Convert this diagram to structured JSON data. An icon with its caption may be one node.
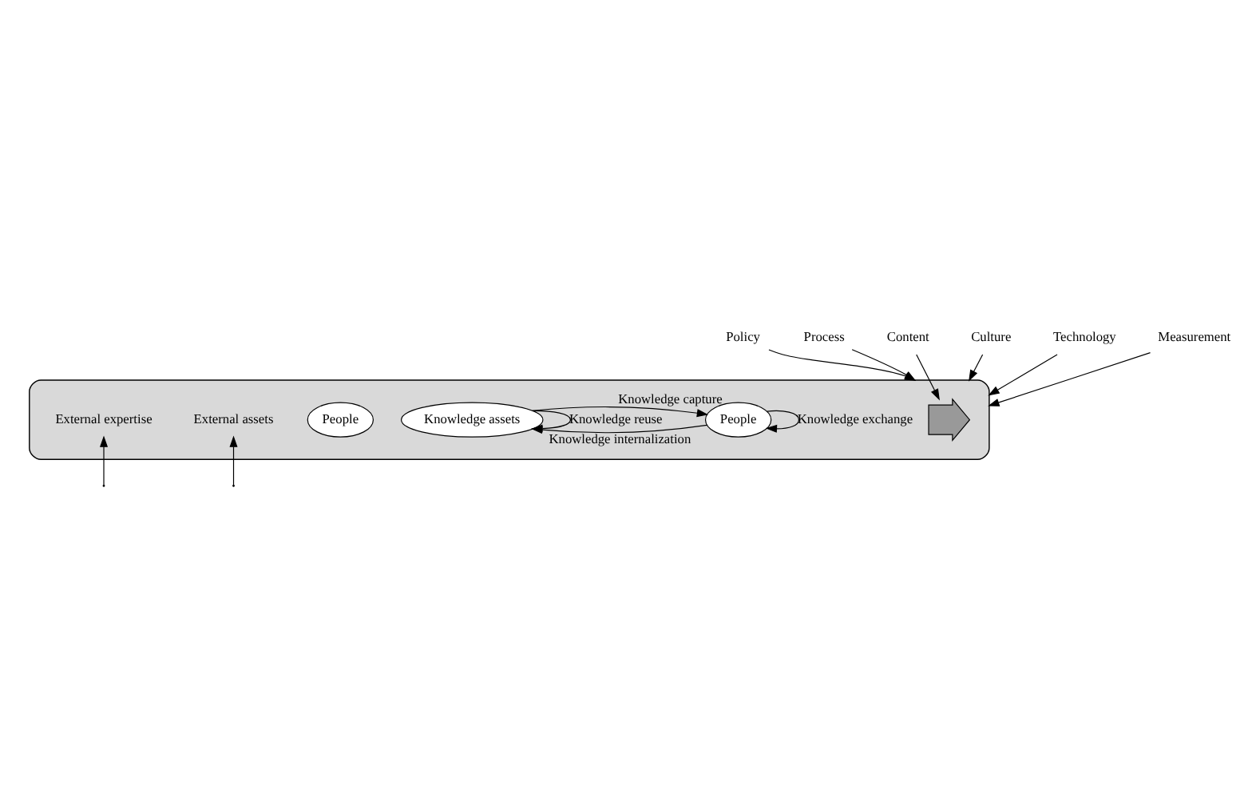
{
  "diagram": {
    "nodes": [
      {
        "text": [],
        "shape": "ellipse"
      },
      {
        "text": [
          "Policy"
        ]
      },
      {
        "text": [
          "Process"
        ]
      },
      {
        "text": [
          "Content"
        ]
      },
      {
        "text": [
          "Culture"
        ]
      },
      {
        "text": [
          "Technology"
        ]
      },
      {
        "text": [
          "Measurement"
        ]
      },
      {
        "text": [],
        "shape": "arrow",
        "in": 0
      },
      {
        "text": [
          "People"
        ],
        "in": 0
      },
      {
        "text": [
          "Knowledge assets"
        ],
        "in": 0
      },
      {
        "text": [
          "People"
        ],
        "in": 0
      },
      {
        "text": [
          "External expertise"
        ],
        "in": 0
      },
      {
        "text": [
          "External assets"
        ],
        "in": 0
      }
    ],
    "edges": [
      {
        "from": 1,
        "to": 0,
        "arrow": "to"
      },
      {
        "from": 2,
        "to": 0,
        "arrow": "to"
      },
      {
        "from": 3,
        "to": 7,
        "arrow": "to"
      },
      {
        "from": 4,
        "to": 0,
        "arrow": "to"
      },
      {
        "from": 5,
        "to": 0,
        "arrow": "to"
      },
      {
        "from": 6,
        "to": 0,
        "arrow": "to"
      },
      {
        "from": 8,
        "to": 9,
        "arrow": "to",
        "label": "Knowledge internalization"
      },
      {
        "from": 8,
        "to": 8,
        "arrow": "to",
        "label": "Knowledge exchange"
      },
      {
        "from": 9,
        "to": 8,
        "arrow": "to",
        "label": "Knowledge capture"
      },
      {
        "from": 9,
        "to": 9,
        "arrow": "to",
        "label": "Knowledge reuse"
      },
      {
        "from": null,
        "to": 11,
        "arrow": "to"
      },
      {
        "from": null,
        "to": 12,
        "arrow": "to"
      }
    ]
  }
}
